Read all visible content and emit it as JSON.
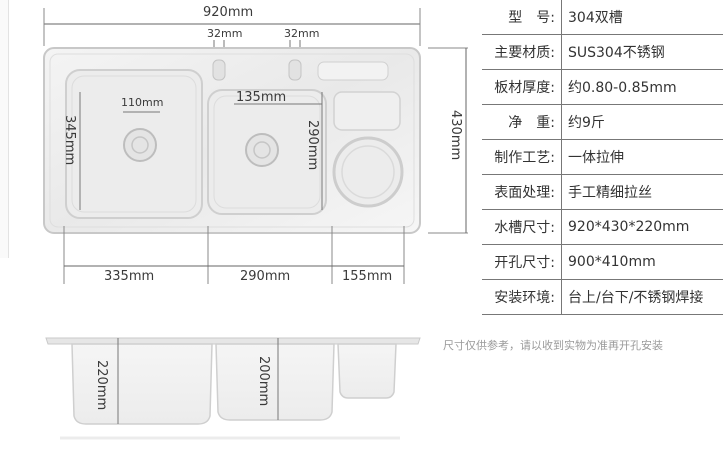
{
  "top_view": {
    "overall_width": "920mm",
    "overall_depth": "430mm",
    "faucet_hole_1": "32mm",
    "faucet_hole_2": "32mm",
    "left_bowl_depth": "345mm",
    "drain_size": "110mm",
    "middle_bowl_width": "135mm",
    "middle_bowl_depth": "290mm",
    "bottom_widths": [
      "335mm",
      "290mm",
      "155mm"
    ]
  },
  "side_view": {
    "left_depth": "220mm",
    "middle_depth": "200mm"
  },
  "spec_table": [
    {
      "label": "型　号:",
      "value": "304双槽"
    },
    {
      "label": "主要材质:",
      "value": "SUS304不锈钢"
    },
    {
      "label": "板材厚度:",
      "value": "约0.80-0.85mm"
    },
    {
      "label": "净　重:",
      "value": "约9斤"
    },
    {
      "label": "制作工艺:",
      "value": "一体拉伸"
    },
    {
      "label": "表面处理:",
      "value": "手工精细拉丝"
    },
    {
      "label": "水槽尺寸:",
      "value": "920*430*220mm"
    },
    {
      "label": "开孔尺寸:",
      "value": "900*410mm"
    },
    {
      "label": "安装环境:",
      "value": "台上/台下/不锈钢焊接"
    }
  ],
  "note": "尺寸仅供参考，请以收到实物为准再开孔安装"
}
